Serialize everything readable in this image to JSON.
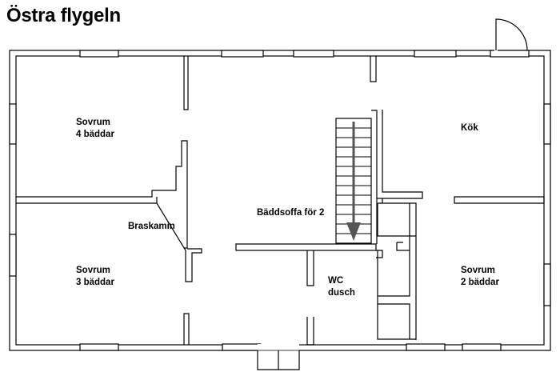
{
  "title": "Östra flygeln",
  "rooms": {
    "bedroom_4": {
      "name": "Sovrum",
      "beds": "4 bäddar"
    },
    "bedroom_3": {
      "name": "Sovrum",
      "beds": "3 bäddar"
    },
    "bedroom_2": {
      "name": "Sovrum",
      "beds": "2 bäddar"
    },
    "kitchen": {
      "name": "Kök"
    },
    "living": {
      "name": "Bäddsoffa för 2"
    },
    "fireplace": {
      "name": "Braskamin"
    },
    "bathroom": {
      "name": "WC",
      "detail": "dusch"
    }
  },
  "colors": {
    "wall": "#000000",
    "window": "#ffffff",
    "arrow": "#555555"
  }
}
